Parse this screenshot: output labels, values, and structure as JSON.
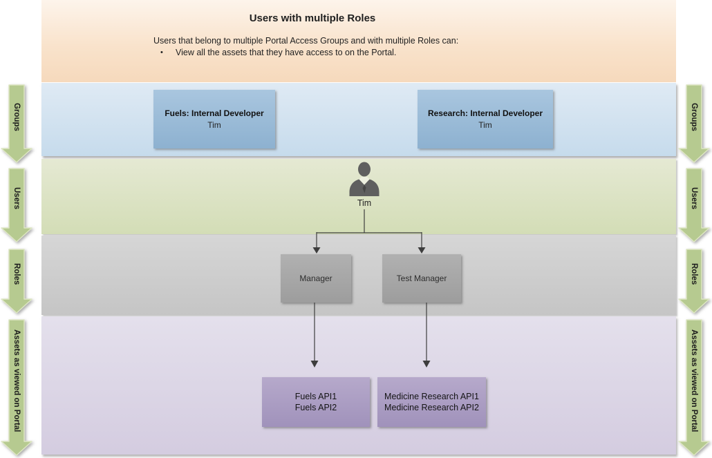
{
  "header": {
    "title": "Users with multiple Roles",
    "description": "Users that belong to multiple Portal Access Groups and with multiple Roles can:",
    "bullet_marker": "•",
    "bullet": "View all the assets that they have access to on the Portal."
  },
  "lanes": [
    {
      "label": "Groups"
    },
    {
      "label": "Users"
    },
    {
      "label": "Roles"
    },
    {
      "label": "Assets as viewed on Portal"
    }
  ],
  "groups": {
    "boxes": [
      {
        "title": "Fuels: Internal Developer",
        "member": "Tim"
      },
      {
        "title": "Research: Internal Developer",
        "member": "Tim"
      }
    ]
  },
  "users": {
    "person": {
      "name": "Tim",
      "icon": "person-icon"
    }
  },
  "roles": {
    "boxes": [
      {
        "label": "Manager"
      },
      {
        "label": "Test Manager"
      }
    ]
  },
  "assets": {
    "boxes": [
      {
        "line1": "Fuels API1",
        "line2": "Fuels API2"
      },
      {
        "line1": "Medicine Research API1",
        "line2": "Medicine Research API2"
      }
    ]
  },
  "colors": {
    "header_band": "#f8ddc1",
    "groups_band": "#cfe0ee",
    "users_band": "#dce3c2",
    "roles_band": "#cccccc",
    "assets_band": "#d9d2e2",
    "group_box": "#9bbcd8",
    "role_box": "#a7a7a7",
    "asset_box": "#ab9ec3",
    "lane_arrow_fill": "#b6ca90",
    "lane_arrow_border": "#dde6c3",
    "connector": "#3d3d3d"
  }
}
